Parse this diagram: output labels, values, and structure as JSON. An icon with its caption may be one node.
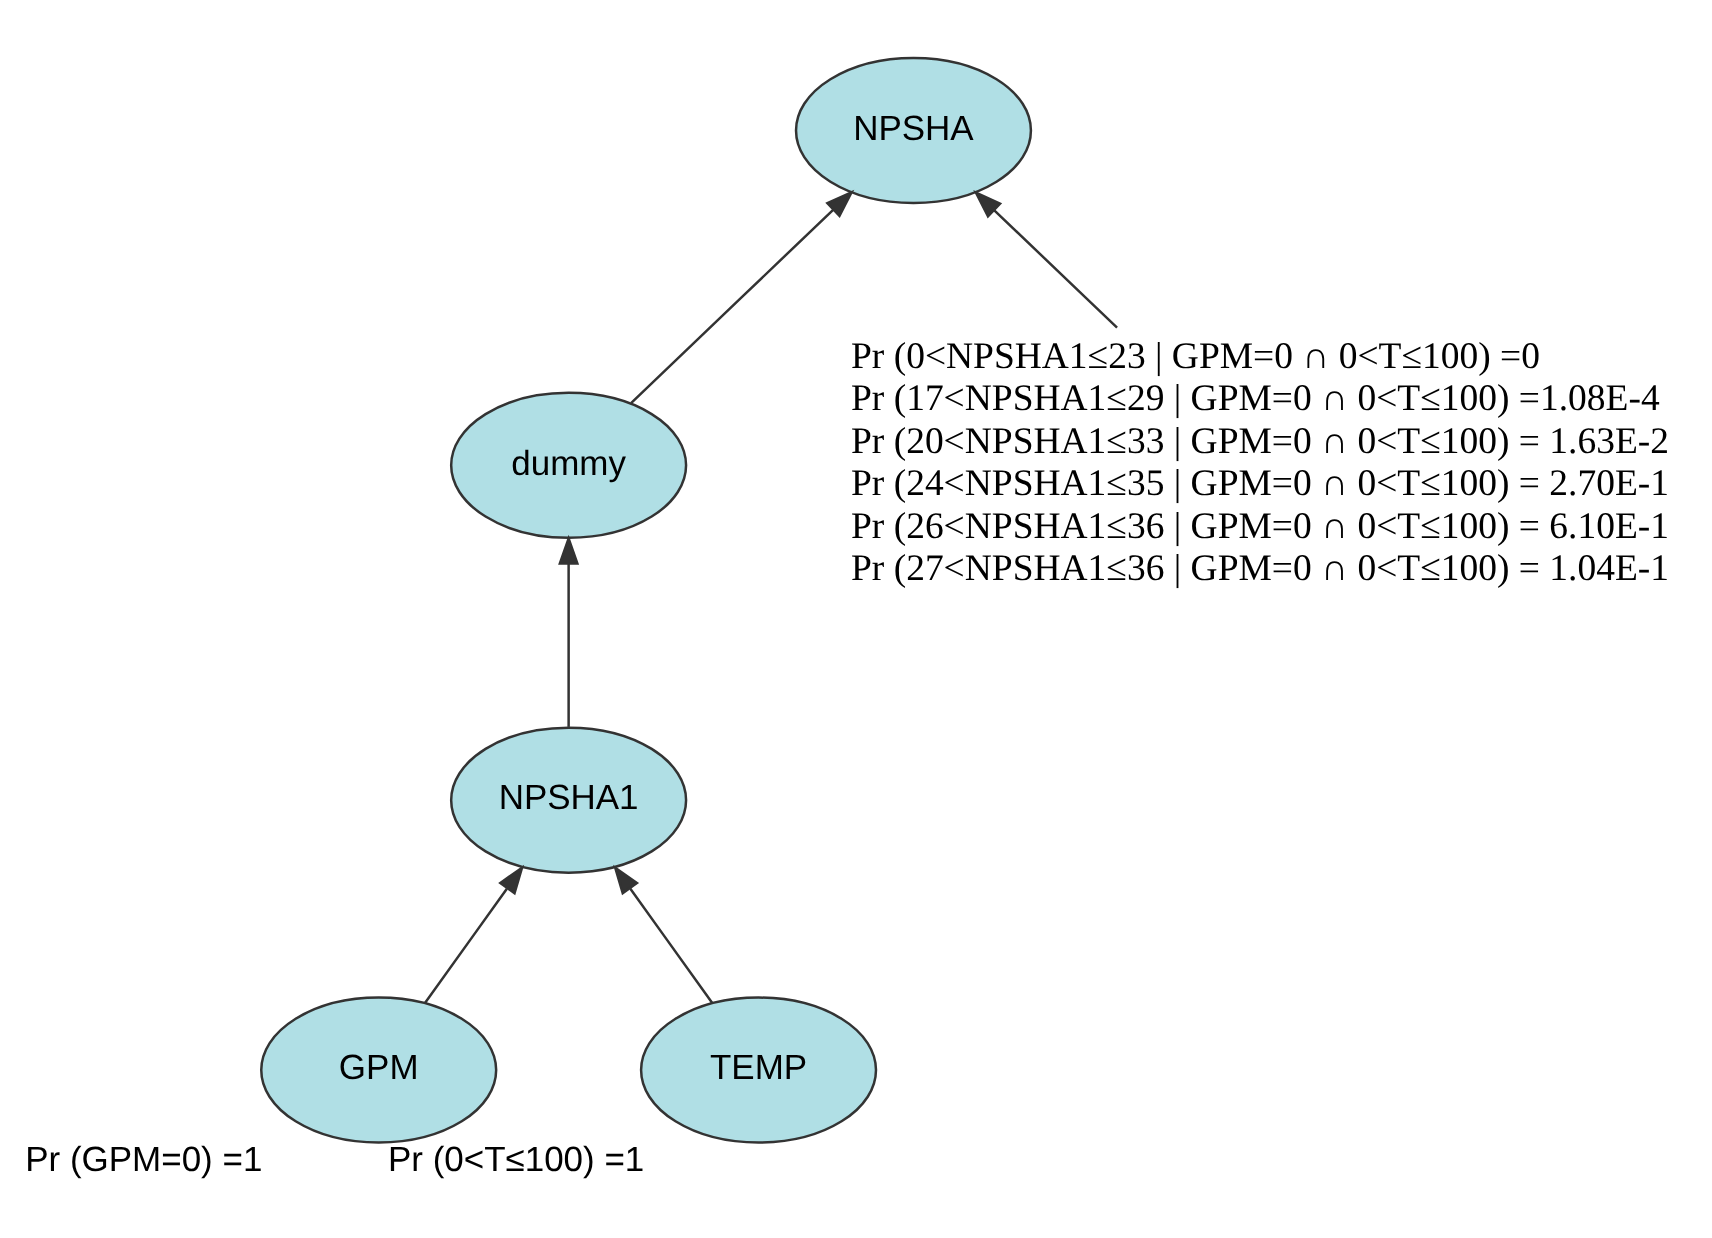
{
  "diagram": {
    "nodes": [
      {
        "text": [
          "NPSHA"
        ]
      },
      {
        "text": [
          "dummy"
        ]
      },
      {
        "text": [
          "Pr (0<NPSHA1≤23 | GPM=0 ∩ 0<T≤100) =0",
          "Pr (17<NPSHA1≤29 | GPM=0 ∩ 0<T≤100) =1.08E-4",
          "Pr (20<NPSHA1≤33 | GPM=0 ∩ 0<T≤100) = 1.63E-2",
          "Pr (24<NPSHA1≤35 | GPM=0 ∩ 0<T≤100) = 2.70E-1",
          "Pr (26<NPSHA1≤36 | GPM=0 ∩ 0<T≤100) = 6.10E-1",
          "Pr (27<NPSHA1≤36 | GPM=0 ∩ 0<T≤100) = 1.04E-1"
        ]
      },
      {
        "text": [
          "NPSHA1"
        ]
      },
      {
        "text": [
          "GPM"
        ],
        "beside": [
          "Pr (GPM=0) =1"
        ]
      },
      {
        "text": [
          "TEMP"
        ],
        "beside": [
          "Pr (0<T≤100) =1"
        ]
      }
    ],
    "edges": [
      {
        "from": 1,
        "to": 0,
        "arrow": "to"
      },
      {
        "from": 3,
        "to": 1,
        "arrow": "to"
      },
      {
        "from": 4,
        "to": 3,
        "arrow": "to"
      },
      {
        "from": 5,
        "to": 3,
        "arrow": "to"
      },
      {
        "from": 2,
        "to": 0,
        "arrow": "to"
      }
    ]
  }
}
